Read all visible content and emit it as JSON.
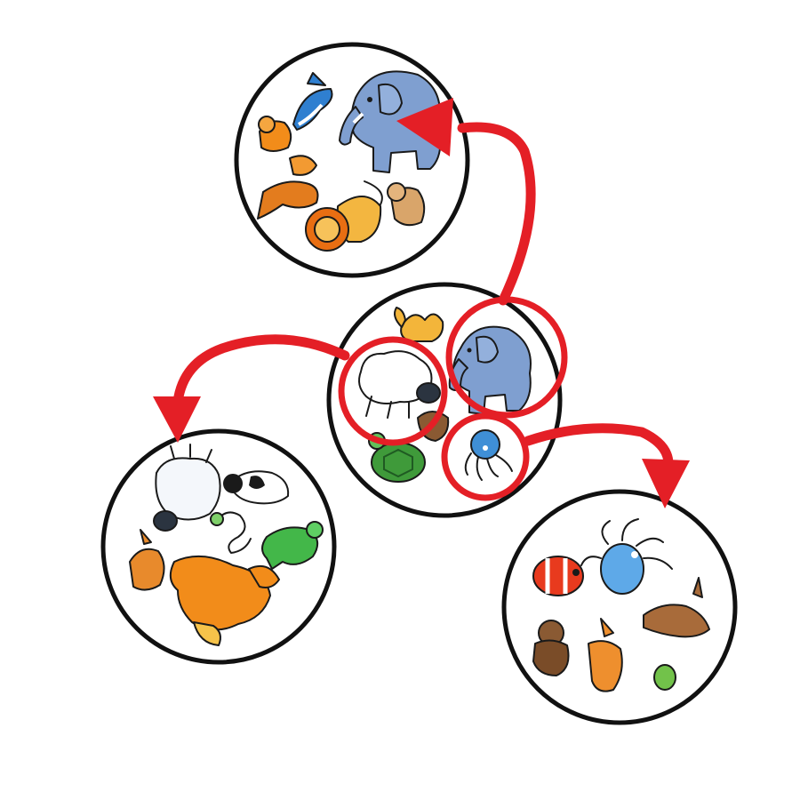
{
  "colors": {
    "match_red": "#e41f26",
    "elephant": "#7f9fd0",
    "elephant_dark": "#4a628f",
    "orange": "#f28c1a",
    "tan": "#e8a24a",
    "blue": "#3f8fd6",
    "green": "#3fb14a",
    "brown": "#8a5a33",
    "white": "#ffffff",
    "black": "#1a1a1a"
  },
  "game": {
    "cards": [
      {
        "id": "top",
        "symbols": [
          "whale",
          "elephant",
          "dog",
          "kangaroo",
          "dog",
          "lion",
          "dog"
        ]
      },
      {
        "id": "center",
        "symbols": [
          "camel",
          "sheep",
          "elephant",
          "octopus",
          "turtle",
          "dog"
        ]
      },
      {
        "id": "left",
        "symbols": [
          "sheep",
          "cow",
          "snake",
          "dinosaur",
          "kangaroo",
          "horse"
        ]
      },
      {
        "id": "right",
        "symbols": [
          "octopus",
          "clownfish",
          "kangaroo",
          "bear",
          "kangaroo",
          "frog"
        ]
      }
    ],
    "matches": [
      {
        "symbol": "elephant",
        "from": "center",
        "to": "top"
      },
      {
        "symbol": "sheep",
        "from": "center",
        "to": "left"
      },
      {
        "symbol": "octopus",
        "from": "center",
        "to": "right"
      }
    ]
  }
}
